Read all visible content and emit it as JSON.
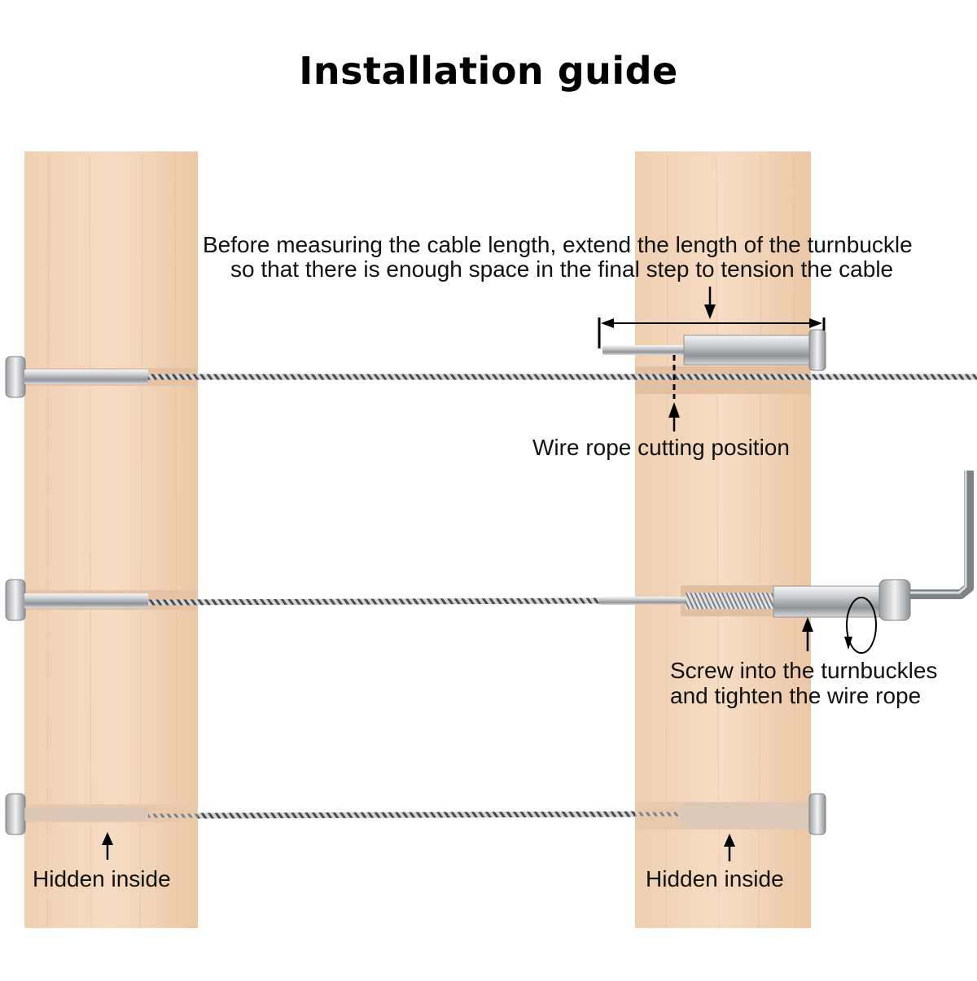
{
  "title": "Installation guide",
  "annotations": {
    "turnbuckle_note_line1": "Before measuring the cable length, extend the length of the turnbuckle",
    "turnbuckle_note_line2": "so that there is enough space in the final step to tension the cable",
    "cutting_position": "Wire rope cutting position",
    "screw_line1": "Screw into the turnbuckles",
    "screw_line2": "and tighten the wire rope",
    "hidden_left": "Hidden inside",
    "hidden_right": "Hidden inside"
  },
  "colors": {
    "wood": "#f1d2b5",
    "wood_dark": "#e6bd9a",
    "steel_light": "#e9e9ea",
    "steel_dark": "#8f9296",
    "cable": "#5b5b5e",
    "text": "#111111"
  }
}
